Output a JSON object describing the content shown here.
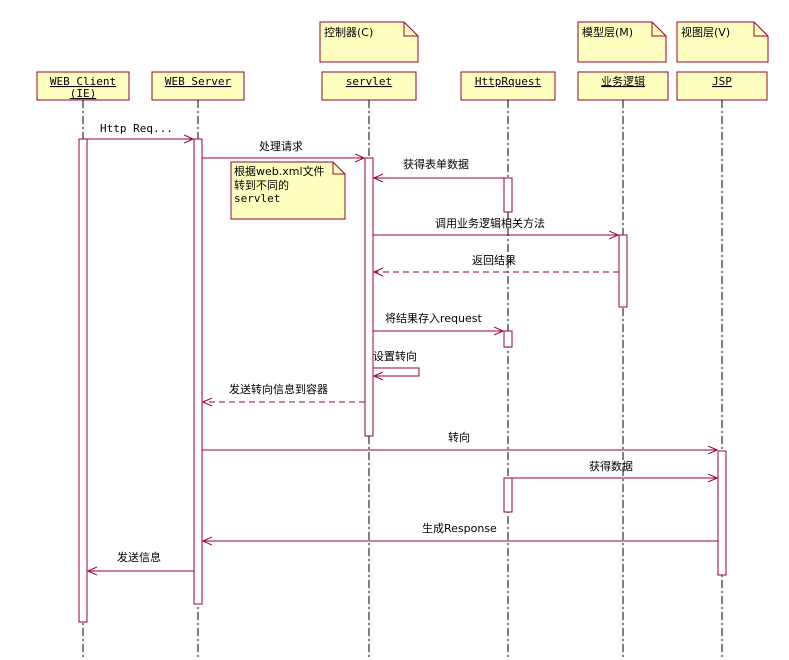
{
  "colors": {
    "box_fill": "#ffffc0",
    "box_stroke": "#990033",
    "line": "#990033",
    "lifeline": "#000000",
    "text": "#000000"
  },
  "lifelines": [
    {
      "id": "client",
      "label_line1": "WEB Client",
      "label_line2": "(IE)"
    },
    {
      "id": "server",
      "label_line1": "WEB Server",
      "label_line2": ""
    },
    {
      "id": "servlet",
      "label_line1": "servlet",
      "label_line2": ""
    },
    {
      "id": "httprequest",
      "label_line1": "HttpRquest",
      "label_line2": ""
    },
    {
      "id": "logic",
      "label_line1": "业务逻辑",
      "label_line2": ""
    },
    {
      "id": "jsp",
      "label_line1": "JSP",
      "label_line2": ""
    }
  ],
  "layer_notes": [
    {
      "id": "controller-note",
      "text": "控制器(C)"
    },
    {
      "id": "model-note",
      "text": "模型层(M)"
    },
    {
      "id": "view-note",
      "text": "视图层(V)"
    }
  ],
  "messages": [
    {
      "id": "http-req",
      "text": "Http Req..."
    },
    {
      "id": "process-request",
      "text": "处理请求"
    },
    {
      "id": "get-form-data",
      "text": "获得表单数据"
    },
    {
      "id": "call-business-logic",
      "text": "调用业务逻辑相关方法"
    },
    {
      "id": "return-result",
      "text": "返回结果"
    },
    {
      "id": "store-result",
      "text": "将结果存入request"
    },
    {
      "id": "set-forward",
      "text": "设置转向"
    },
    {
      "id": "send-forward-info",
      "text": "发送转向信息到容器"
    },
    {
      "id": "forward",
      "text": "转向"
    },
    {
      "id": "get-data",
      "text": "获得数据"
    },
    {
      "id": "generate-response",
      "text": "生成Response"
    },
    {
      "id": "send-info",
      "text": "发送信息"
    }
  ],
  "note": {
    "line1": "根据web.xml文件",
    "line2": "转到不同的",
    "line3": "servlet"
  }
}
